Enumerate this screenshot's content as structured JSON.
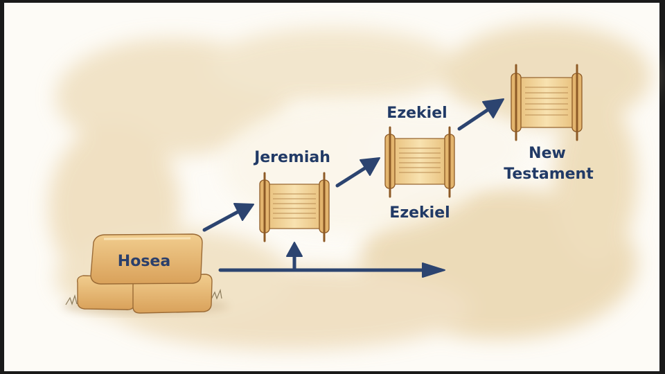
{
  "labels": {
    "hosea": "Hosea",
    "jeremiah": "Jeremiah",
    "ezekiel_top": "Ezekiel",
    "ezekiel_bottom": "Ezekiel",
    "nt_line1": "New",
    "nt_line2": "Testament"
  },
  "colors": {
    "frame": "#1a1a1a",
    "paper": "#fdfbf6",
    "wash": "#eedcb9",
    "wash_dark": "#e2c99b",
    "arrow": "#2c4470",
    "label": "#213a66",
    "stone": "#e7b874",
    "stone_dark": "#c98d45",
    "scroll_paper": "#f3d9a2",
    "scroll_rod": "#a8692e"
  }
}
